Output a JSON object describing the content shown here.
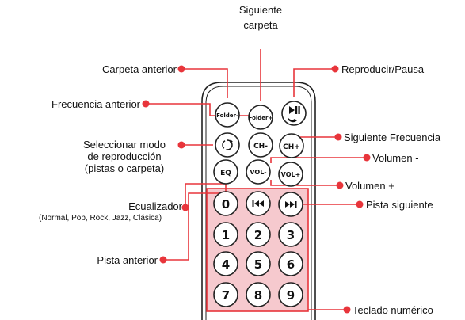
{
  "colors": {
    "accent": "#e8353b",
    "keypad_fill": "#f6c9ce",
    "outline": "#222222"
  },
  "labels": {
    "next_folder_line1": "Siguiente",
    "next_folder_line2": "carpeta",
    "prev_folder": "Carpeta anterior",
    "play_pause": "Reproducir/Pausa",
    "prev_freq": "Frecuencia anterior",
    "next_freq": "Siguiente Frecuencia",
    "mode_line1": "Seleccionar modo",
    "mode_line2": "de reproducción",
    "mode_line3": "(pistas o carpeta)",
    "vol_down": "Volumen -",
    "vol_up": "Volumen +",
    "eq_line1": "Ecualizador",
    "eq_line2": "(Normal, Pop, Rock, Jazz, Clásica)",
    "next_track": "Pista siguiente",
    "prev_track": "Pista anterior",
    "keypad": "Teclado numérico"
  },
  "buttons": {
    "folder_minus": "Folder-",
    "folder_plus": "Folder+",
    "ch_minus": "CH-",
    "ch_plus": "CH+",
    "eq": "EQ",
    "vol_minus": "VOL-",
    "vol_plus": "VOL+",
    "digits": [
      "0",
      "1",
      "2",
      "3",
      "4",
      "5",
      "6",
      "7",
      "8",
      "9"
    ]
  },
  "icons": {
    "play_pause": "play-pause-icon",
    "mode": "repeat-mode-icon",
    "prev": "previous-track-icon",
    "next": "next-track-icon"
  }
}
